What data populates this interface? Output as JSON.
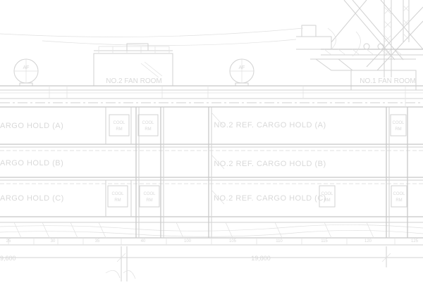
{
  "drawing": {
    "rooms": {
      "fan_room_2": "NO.2 FAN ROOM",
      "fan_room_1": "NO.1 FAN ROOM",
      "cargo_hold_a_left": "ARGO HOLD (A)",
      "cargo_hold_b_left": "ARGO HOLD (B)",
      "cargo_hold_c_left": "ARGO HOLD (C)",
      "ref_hold_a": "NO.2 REF. CARGO HOLD (A)",
      "ref_hold_b": "NO.2 REF. CARGO HOLD (B)",
      "ref_hold_c": "NO.2 REF. CARGO HOLD (C)"
    },
    "cool_rooms": [
      {
        "line1": "COOL",
        "line2": "RM"
      },
      {
        "line1": "COOL",
        "line2": "RM"
      },
      {
        "line1": "COOL",
        "line2": "RM"
      },
      {
        "line1": "COOL",
        "line2": "RM"
      },
      {
        "line1": "COOL",
        "line2": "RM"
      },
      {
        "line1": "COOL",
        "line2": "RM"
      },
      {
        "line1": "COOL",
        "line2": "RM"
      }
    ],
    "vent_heads": [
      "AF",
      "AF"
    ],
    "frame_numbers": [
      "25",
      "30",
      "35",
      "40",
      "100",
      "105",
      "110",
      "115",
      "120",
      "125"
    ],
    "dimensions": [
      "9,600",
      "19,800"
    ]
  }
}
